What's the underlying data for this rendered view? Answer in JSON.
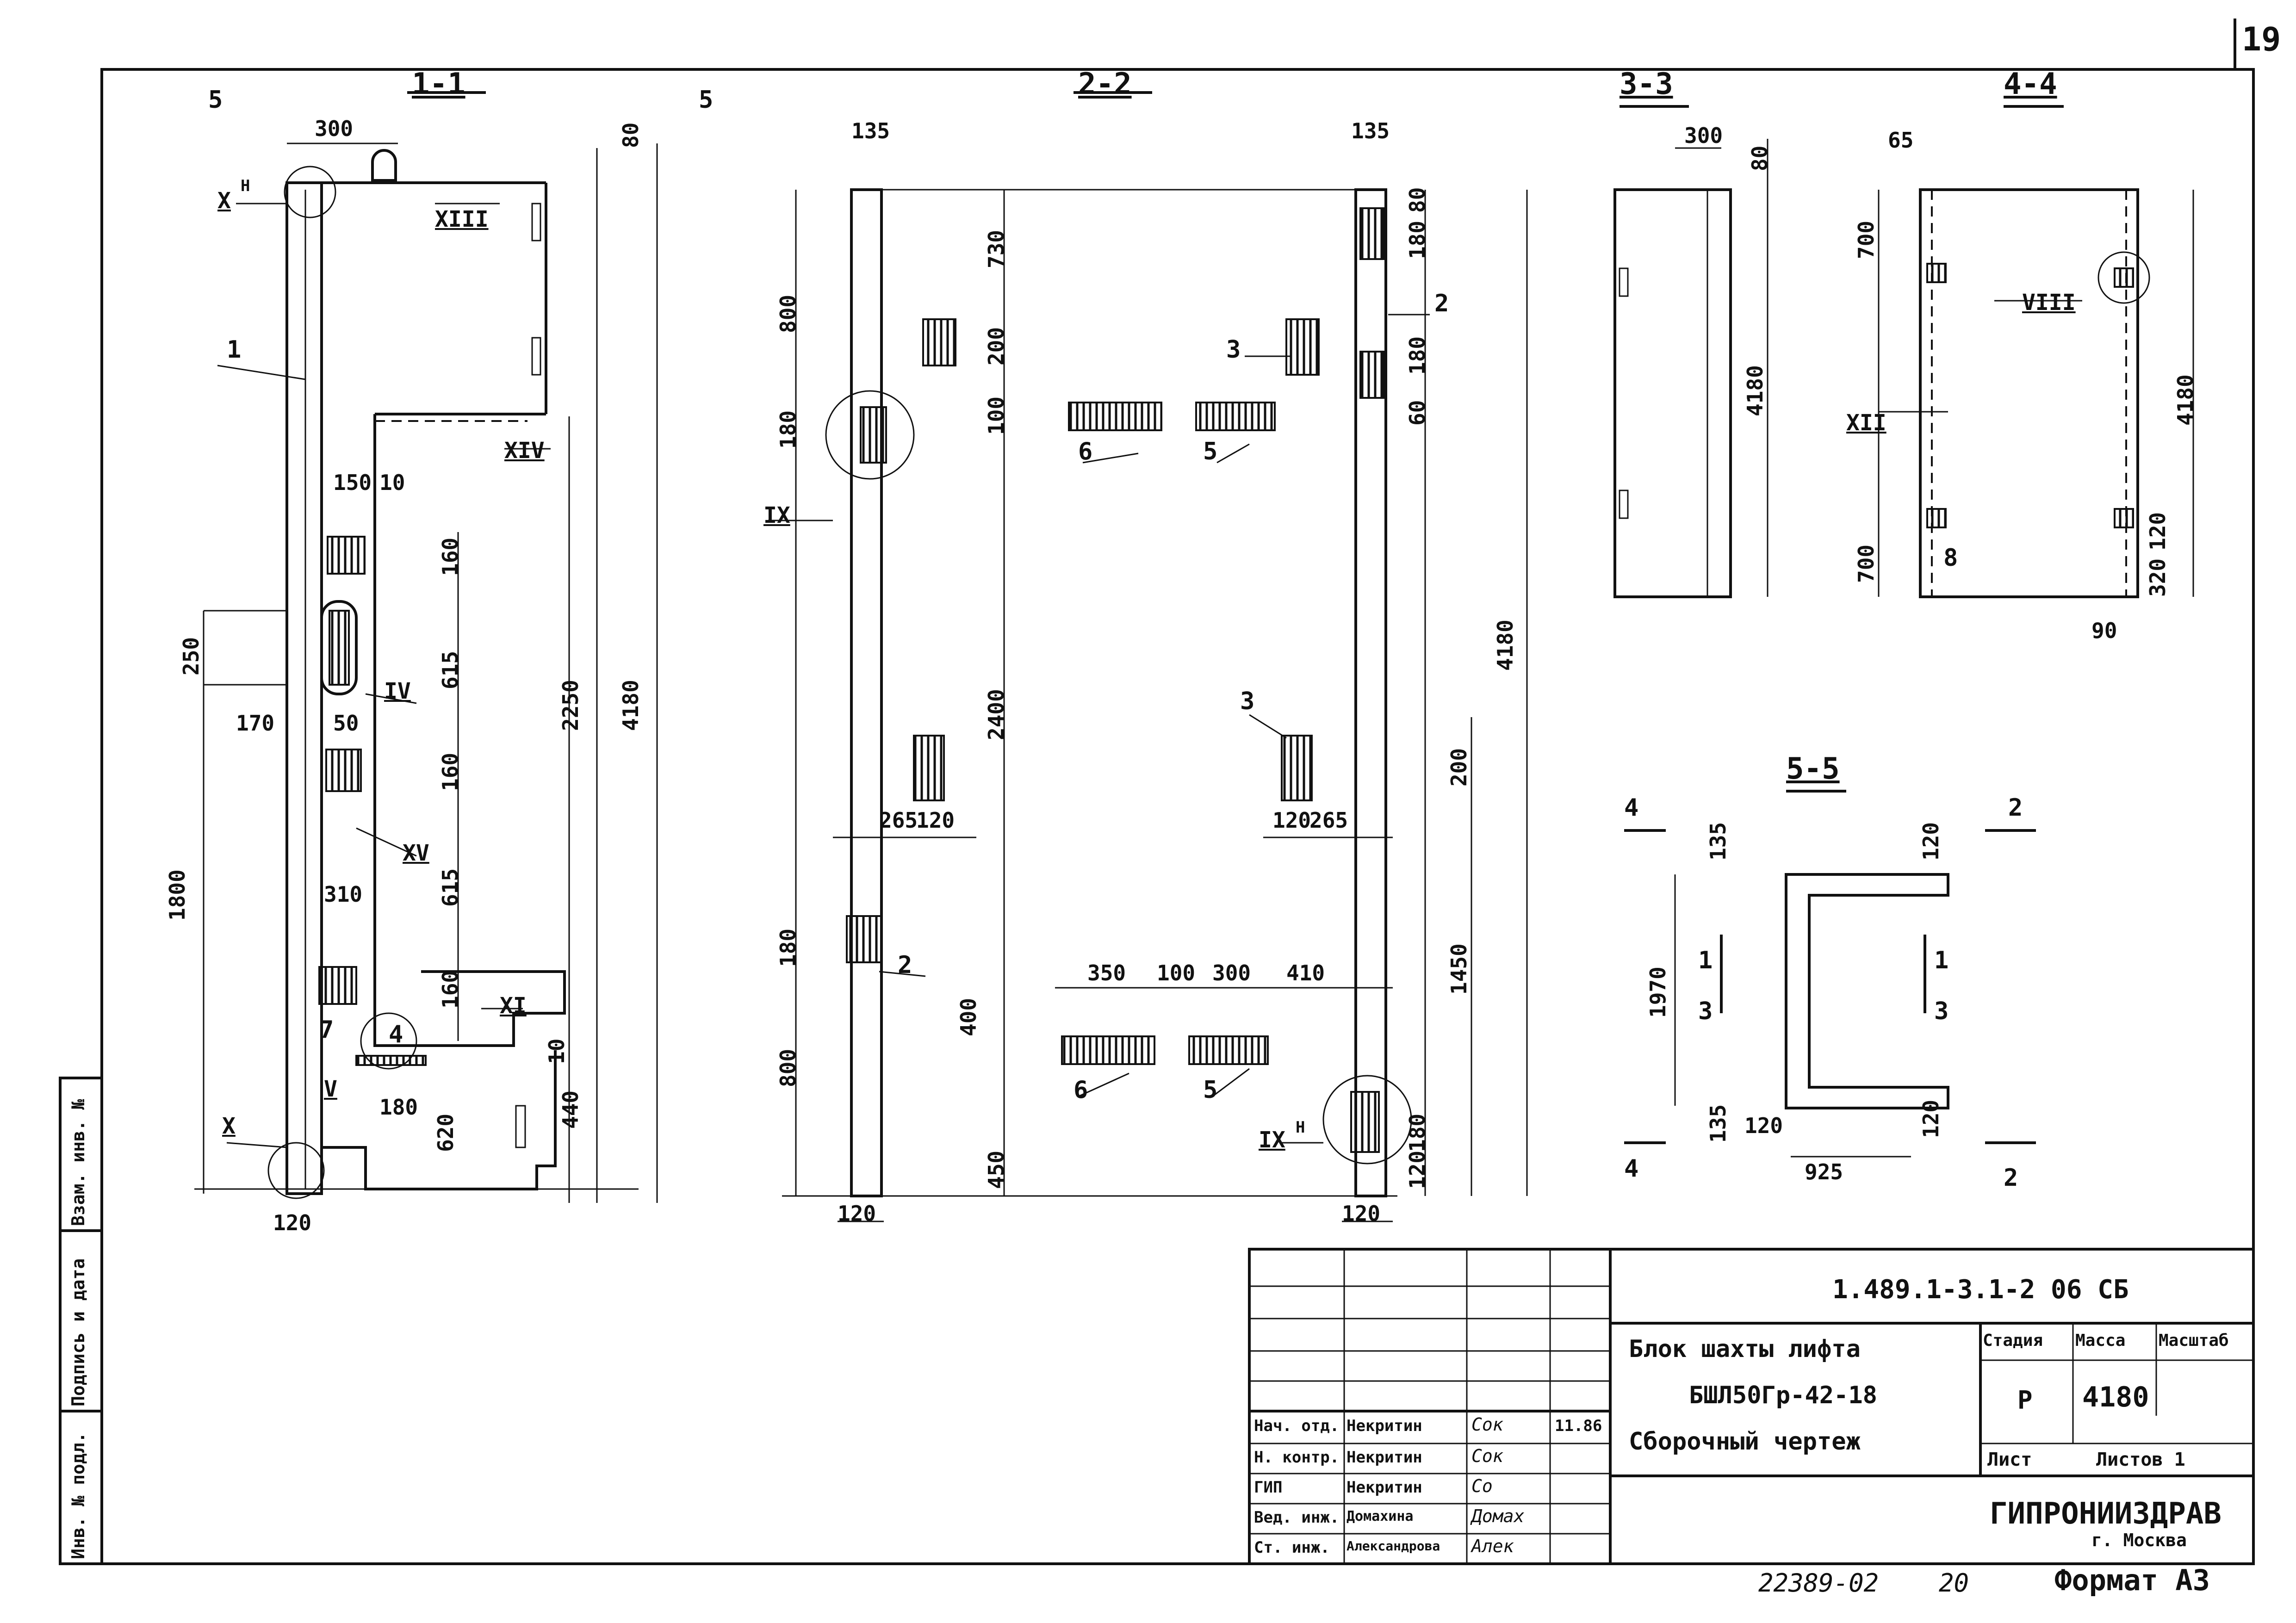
{
  "page_number": "19",
  "sections": {
    "s1": "1-1",
    "s2": "2-2",
    "s3": "3-3",
    "s4": "4-4",
    "s5": "5-5"
  },
  "section_markers": {
    "s5_left": "5",
    "s5_right": "5",
    "a4_top": "4",
    "a4_bot": "4",
    "a2_top": "2",
    "a2_bot": "2",
    "a1_left": "1",
    "a3_left": "3",
    "a1_right": "1",
    "a3_right": "3"
  },
  "view1": {
    "dims": [
      "300",
      "80",
      "150",
      "10",
      "160",
      "250",
      "615",
      "2250",
      "4180",
      "170",
      "50",
      "160",
      "1800",
      "310",
      "615",
      "160",
      "10",
      "440",
      "180",
      "620",
      "120"
    ],
    "callouts": [
      "Х",
      "XIII",
      "1",
      "XIV",
      "IV",
      "XV",
      "XI",
      "7",
      "4",
      "V",
      "X"
    ],
    "h_mark": "Н"
  },
  "view2": {
    "dims": [
      "135",
      "730",
      "800",
      "200",
      "100",
      "180",
      "2400",
      "135",
      "80",
      "180",
      "180",
      "60",
      "4180",
      "265",
      "120",
      "200",
      "120",
      "265",
      "1450",
      "350",
      "100",
      "300",
      "410",
      "180",
      "400",
      "800",
      "450",
      "180",
      "120",
      "120",
      "120"
    ],
    "callouts": [
      "3",
      "2",
      "6",
      "5",
      "IX",
      "3",
      "2",
      "6",
      "5",
      "IX"
    ],
    "h_mark": "Н"
  },
  "view3": {
    "dims": [
      "300",
      "80",
      "4180"
    ]
  },
  "view4": {
    "dims": [
      "65",
      "700",
      "4180",
      "700",
      "120",
      "320",
      "90"
    ],
    "callouts": [
      "VIII",
      "XII",
      "8"
    ]
  },
  "view5": {
    "dims": [
      "135",
      "120",
      "1970",
      "135",
      "120",
      "120",
      "925"
    ]
  },
  "title_block": {
    "code": "1.489.1-3.1-2 06 СБ",
    "name_line1": "Блок шахты лифта",
    "name_line2": "БШЛ50Гр-42-18",
    "name_line3": "Сборочный чертеж",
    "stage_h": "Стадия",
    "mass_h": "Масса",
    "scale_h": "Масштаб",
    "stage": "Р",
    "mass": "4180",
    "sheet_h": "Лист",
    "sheets_h": "Листов 1",
    "org": "ГИПРОНИИЗДРАВ",
    "city": "г. Москва",
    "signers": [
      {
        "role": "Нач. отд.",
        "name": "Некритин",
        "sign": "Сок",
        "date": "11.86"
      },
      {
        "role": "Н. контр.",
        "name": "Некритин",
        "sign": "Сок",
        "date": ""
      },
      {
        "role": "ГИП",
        "name": "Некритин",
        "sign": "Со",
        "date": ""
      },
      {
        "role": "Вед. инж.",
        "name": "Домахина",
        "sign": "Домах",
        "date": ""
      },
      {
        "role": "Ст. инж.",
        "name": "Александрова",
        "sign": "Алек",
        "date": ""
      }
    ]
  },
  "side_stamp": [
    "Инв. № подл.",
    "Подпись и дата",
    "Взам. инв. №"
  ],
  "footer": {
    "archive_no": "22389-02",
    "page": "20",
    "format": "Формат А3"
  }
}
